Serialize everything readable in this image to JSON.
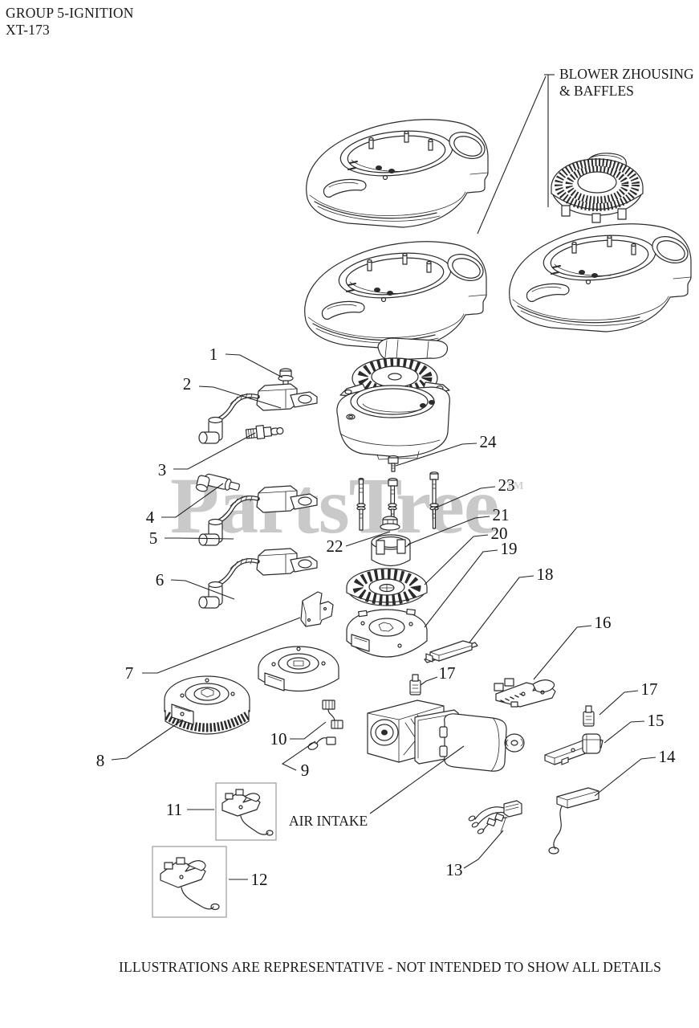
{
  "page": {
    "header": {
      "group_title": "GROUP 5-IGNITION",
      "model": "XT-173"
    },
    "watermark": {
      "text": "PartsTree",
      "tm": "TM"
    },
    "footer": {
      "disclaimer": "ILLUSTRATIONS ARE REPRESENTATIVE - NOT INTENDED TO SHOW ALL DETAILS"
    }
  },
  "diagram": {
    "section_labels": {
      "blower_housing_line1": "BLOWER ZHOUSING",
      "blower_housing_line2": "& BAFFLES",
      "air_intake": "AIR INTAKE"
    },
    "callouts": [
      {
        "n": "1"
      },
      {
        "n": "2"
      },
      {
        "n": "3"
      },
      {
        "n": "4"
      },
      {
        "n": "5"
      },
      {
        "n": "6"
      },
      {
        "n": "7"
      },
      {
        "n": "8"
      },
      {
        "n": "9"
      },
      {
        "n": "10"
      },
      {
        "n": "11"
      },
      {
        "n": "12"
      },
      {
        "n": "13"
      },
      {
        "n": "14"
      },
      {
        "n": "15"
      },
      {
        "n": "16"
      },
      {
        "n": "17"
      },
      {
        "n": "17"
      },
      {
        "n": "18"
      },
      {
        "n": "19"
      },
      {
        "n": "20"
      },
      {
        "n": "21"
      },
      {
        "n": "22"
      },
      {
        "n": "23"
      },
      {
        "n": "24"
      }
    ],
    "colors": {
      "line": "#2b2b2b",
      "watermark": "#c9c9c9",
      "kit_box": "#9a9a9a"
    }
  }
}
